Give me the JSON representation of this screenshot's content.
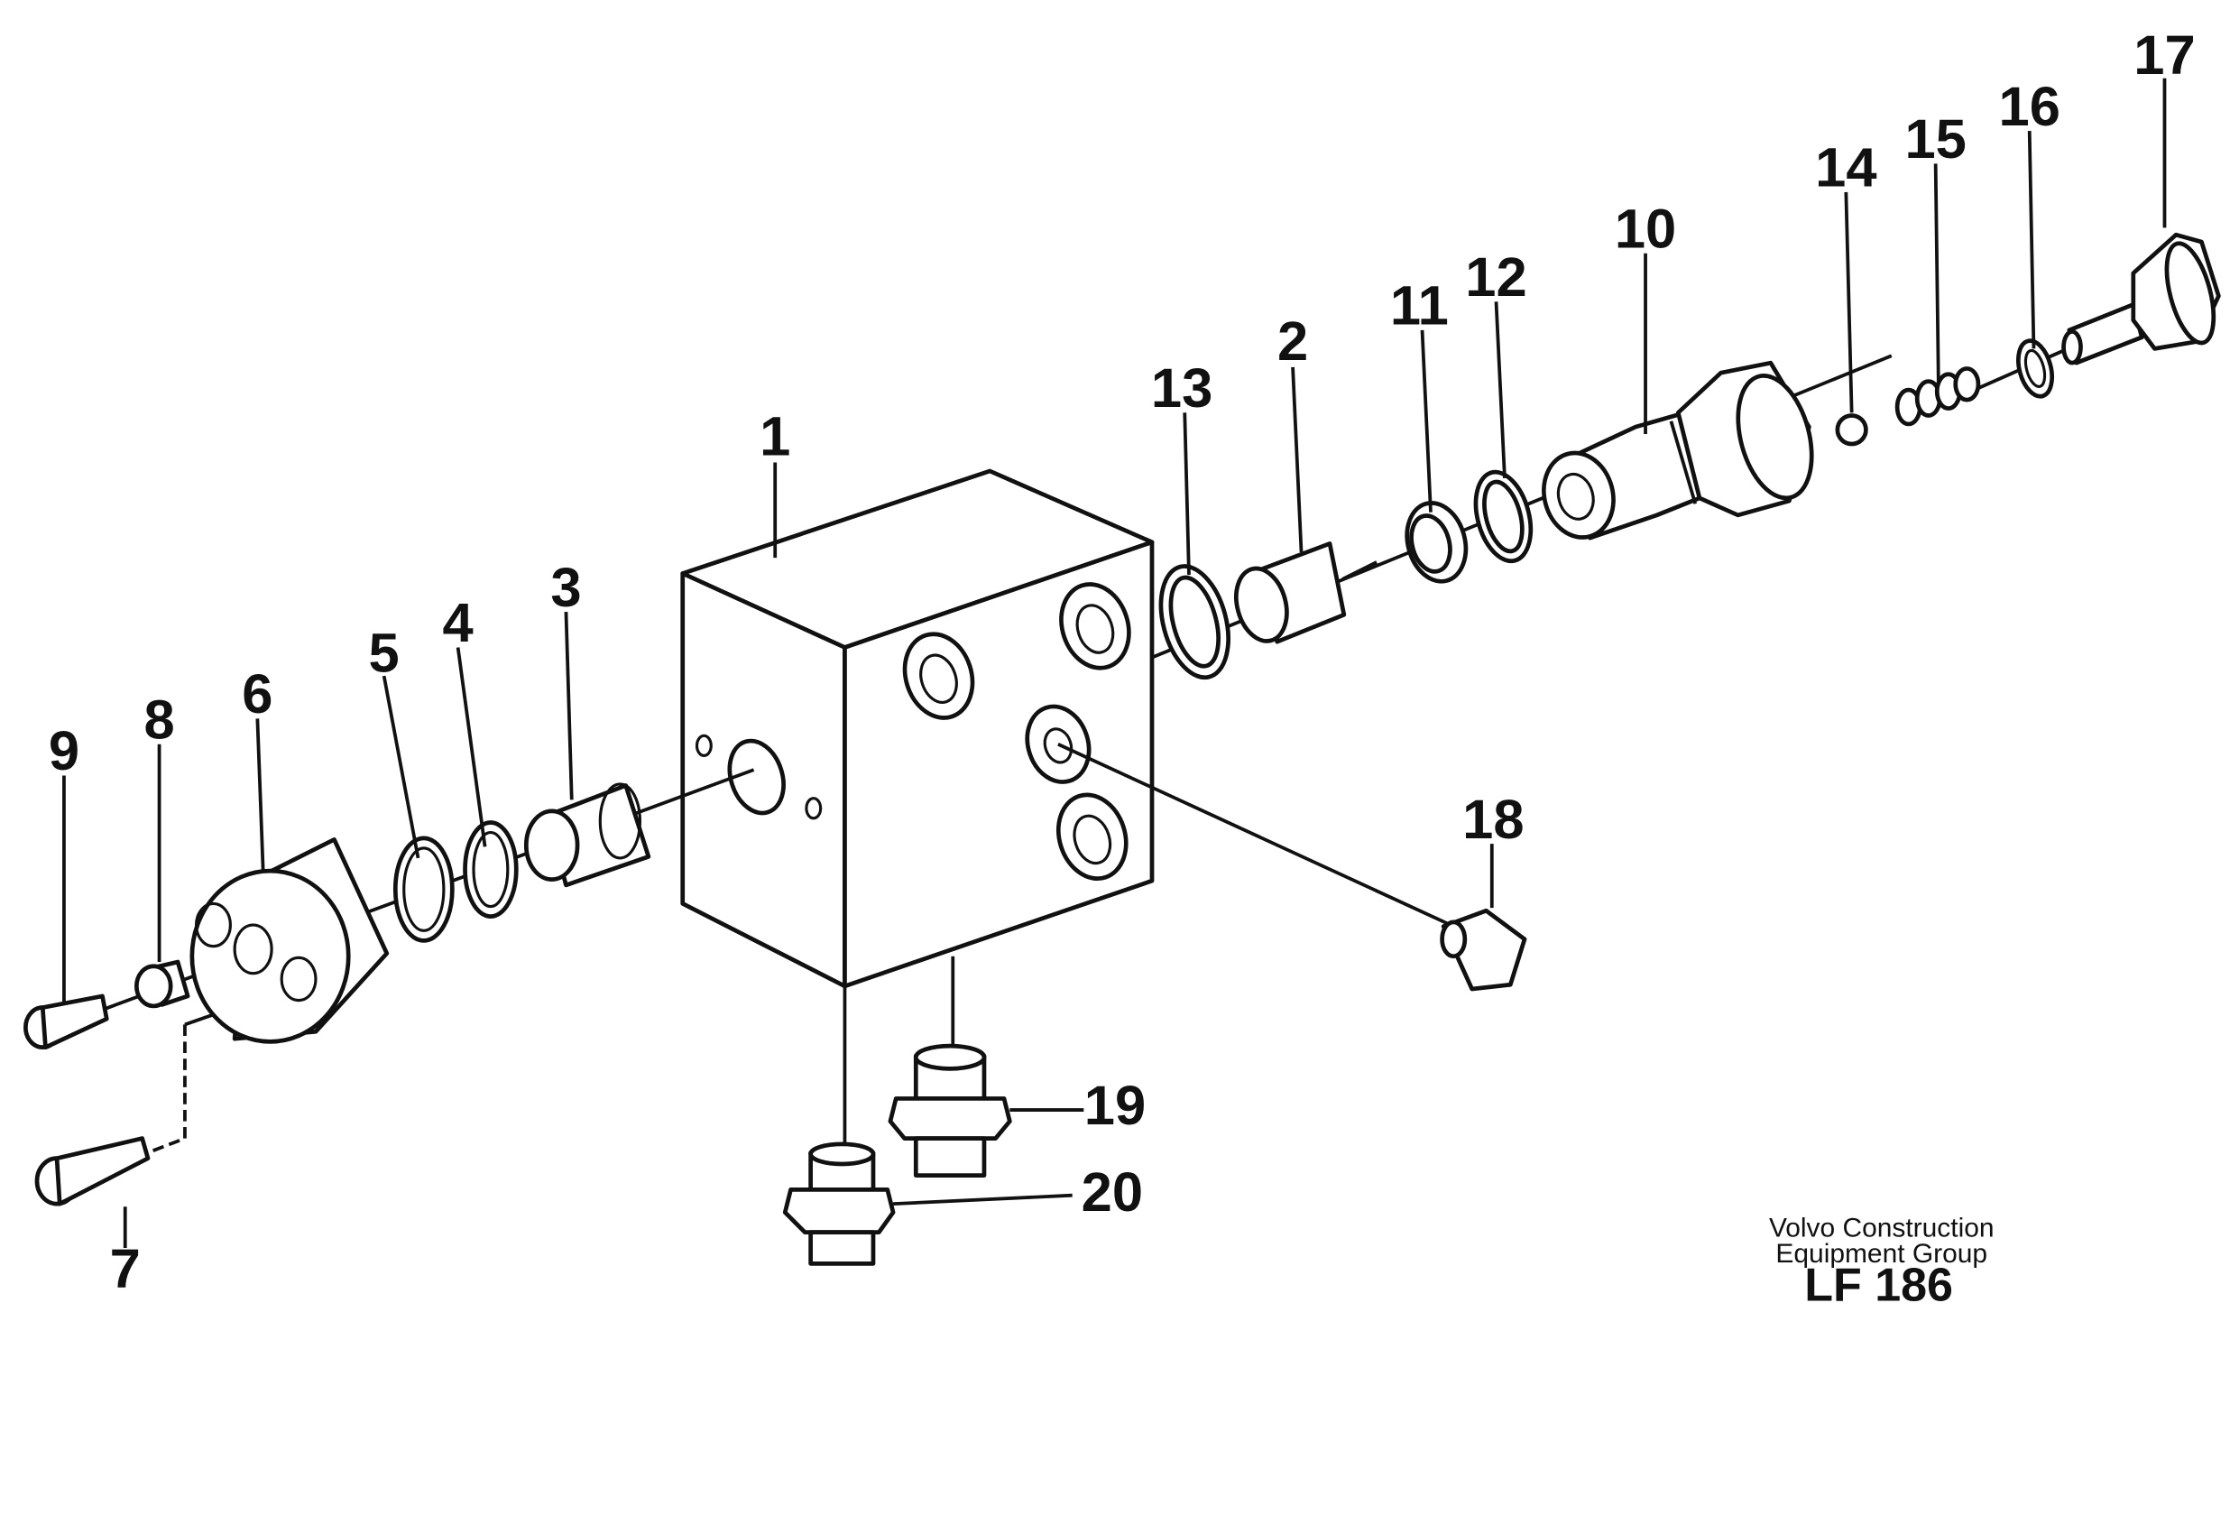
{
  "callouts": [
    "1",
    "2",
    "3",
    "4",
    "5",
    "6",
    "7",
    "8",
    "9",
    "10",
    "11",
    "12",
    "13",
    "14",
    "15",
    "16",
    "17",
    "18",
    "19",
    "20"
  ],
  "credit": {
    "line1": "Volvo Construction",
    "line2": "Equipment Group",
    "code": "LF 186"
  }
}
